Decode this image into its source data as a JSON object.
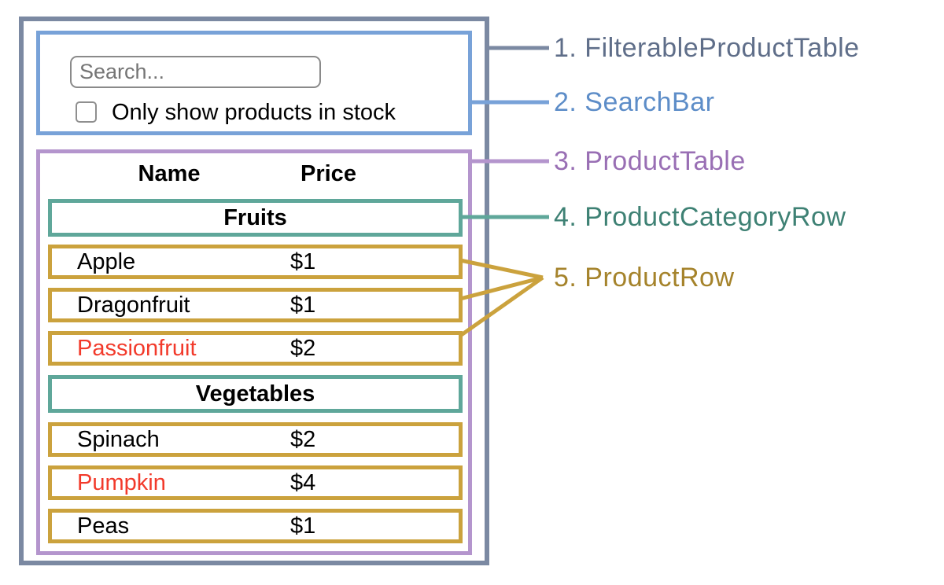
{
  "legend": {
    "items": [
      {
        "label": "1. FilterableProductTable",
        "color": "#5f6e89"
      },
      {
        "label": "2. SearchBar",
        "color": "#5d8dc8"
      },
      {
        "label": "3. ProductTable",
        "color": "#996fb4"
      },
      {
        "label": "4. ProductCategoryRow",
        "color": "#3e8174"
      },
      {
        "label": "5. ProductRow",
        "color": "#a5832b"
      }
    ]
  },
  "search_bar": {
    "placeholder": "Search...",
    "checkbox_label": "Only show products in stock",
    "checkbox_checked": false
  },
  "table": {
    "headers": {
      "name": "Name",
      "price": "Price"
    },
    "sections": [
      {
        "category": "Fruits",
        "rows": [
          {
            "name": "Apple",
            "price": "$1",
            "out_of_stock": false
          },
          {
            "name": "Dragonfruit",
            "price": "$1",
            "out_of_stock": false
          },
          {
            "name": "Passionfruit",
            "price": "$2",
            "out_of_stock": true
          }
        ]
      },
      {
        "category": "Vegetables",
        "rows": [
          {
            "name": "Spinach",
            "price": "$2",
            "out_of_stock": false
          },
          {
            "name": "Pumpkin",
            "price": "$4",
            "out_of_stock": true
          },
          {
            "name": "Peas",
            "price": "$1",
            "out_of_stock": false
          }
        ]
      }
    ]
  },
  "colors": {
    "filterable_product_table_border": "#7b89a2",
    "search_bar_border": "#78a2d8",
    "product_table_border": "#b495cd",
    "product_category_row_border": "#5fa79a",
    "product_row_border": "#cba23d",
    "out_of_stock_text": "#f23a2b"
  }
}
